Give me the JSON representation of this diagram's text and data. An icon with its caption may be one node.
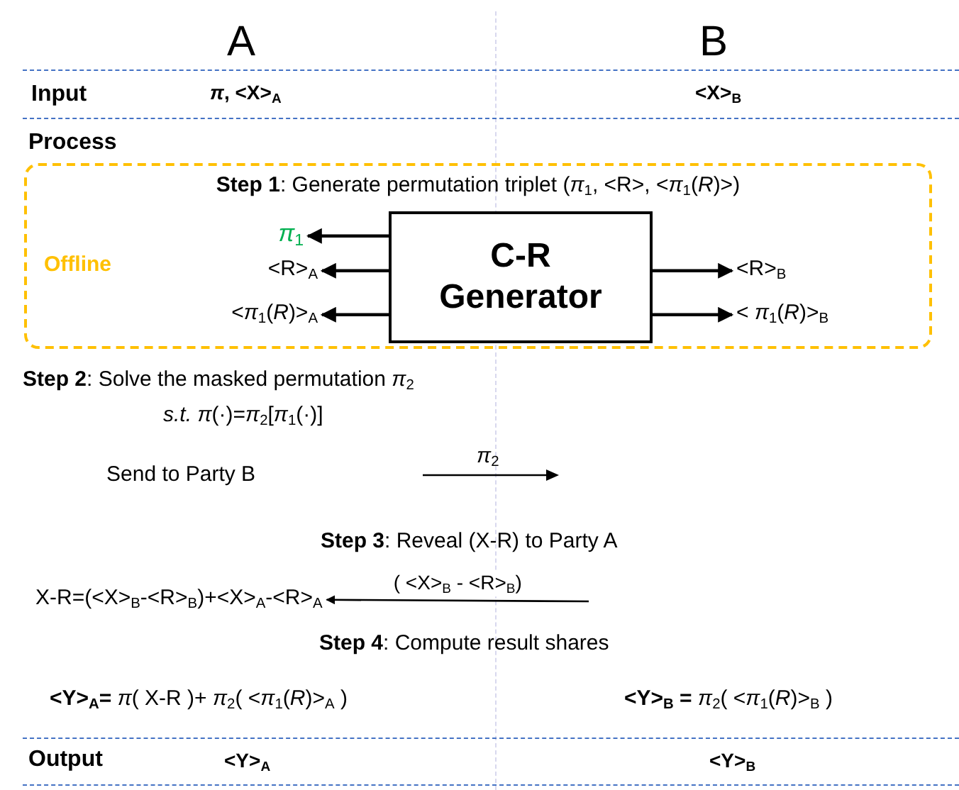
{
  "diagram": {
    "nodes": [
      {
        "text": [
          "**Step 1**: Generate permutation triplet (*π*$_{1}$, <R>, <*π*$_{1}$(*R*)>)",
          "Offline"
        ]
      },
      {
        "text": [
          "C-R Generator"
        ],
        "in": 0
      },
      {
        "text": [
          "*π*$_{1}$"
        ],
        "in": 0
      },
      {
        "text": [
          "<R>$_{A}$"
        ],
        "in": 0
      },
      {
        "text": [
          "<*π*$_{1}$(*R*)>$_{A}$"
        ],
        "in": 0
      },
      {
        "text": [
          "<R>$_{B}$"
        ],
        "in": 0
      },
      {
        "text": [
          "< *π*$_{1}$(*R*)>$_{B}$"
        ],
        "in": 0
      },
      {
        "text": [
          "X-R=(<X>$_{B}$-<R>$_{B}$)+<X>$_{A}$-<R>$_{A}$"
        ]
      }
    ],
    "edges": [
      {
        "from": 1,
        "to": 2,
        "arrow": "to"
      },
      {
        "from": 1,
        "to": 3,
        "arrow": "to"
      },
      {
        "from": 1,
        "to": 4,
        "arrow": "to"
      },
      {
        "from": 1,
        "to": 5,
        "arrow": "to"
      },
      {
        "from": 1,
        "to": 6,
        "arrow": "to"
      },
      {
        "from": null,
        "to": 7,
        "arrow": "to",
        "label": "( <X>$_{B}$ - <R>$_{B}$)"
      }
    ],
    "labels": [
      "A",
      "B",
      "Input",
      "*π*, <X>$_{A}$",
      "<X>$_{B}$",
      "Process",
      "**Step 2**: Solve the masked permutation *π*$_{2}$",
      "*s.t.* *π*(·)=*π*$_{2}$[*π*$_{1}$(·)]",
      "Send to Party B",
      "*π*$_{2}$",
      "**Step 3**: Reveal (X-R) to Party A",
      "**Step 4**: Compute result shares",
      "**<Y>$_{A}$=** *π*( X-R )+ *π*$_{2}$( <*π*$_{1}$(*R*)>$_{A}$ )",
      "**<Y>$_{B}$ =** *π*$_{2}$( <*π*$_{1}$(*R*)>$_{B}$ )",
      "Output",
      "<Y>$_{A}$",
      "<Y>$_{B}$"
    ]
  }
}
